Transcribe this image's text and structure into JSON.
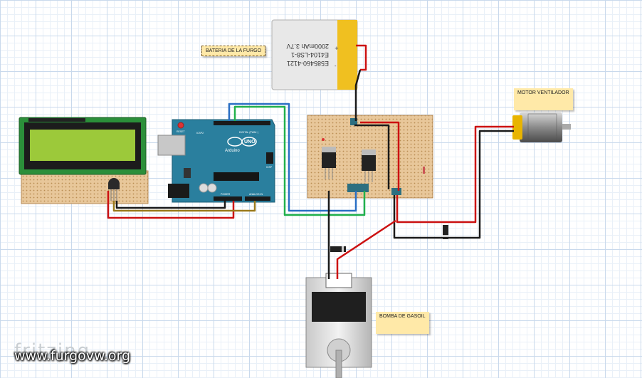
{
  "battery": {
    "line1": "E585460-4121",
    "line2": "E4104-LS8-1",
    "line3": "2000mAh 3.7V",
    "plus": "+",
    "minus": "-"
  },
  "arduino": {
    "logo": "Arduino",
    "model": "UNO",
    "reset_label": "RESET",
    "digital_label": "DIGITAL (PWM~)",
    "power_label": "POWER",
    "analog_label": "ANALOG IN",
    "icsp_label": "ICSP",
    "icsp2_label": "ICSP2"
  },
  "notes": {
    "battery": "BATERIA DE LA FURGO",
    "motor": "MOTOR VENTILADOR",
    "pump": "BOMBA DE GASOIL"
  },
  "branding": {
    "app": "fritzing",
    "watermark": "www.furgovw.org"
  },
  "colors": {
    "lcd_screen": "#9cc93a",
    "stripboard": "#e8c79a",
    "arduino_blue": "#2a7f9e",
    "wire_red": "#cc1111",
    "wire_black": "#1a1a1a",
    "wire_blue": "#2a6fc4",
    "wire_green": "#22b14c",
    "wire_brown": "#9b7a1c",
    "battery_yellow": "#f0c020"
  }
}
